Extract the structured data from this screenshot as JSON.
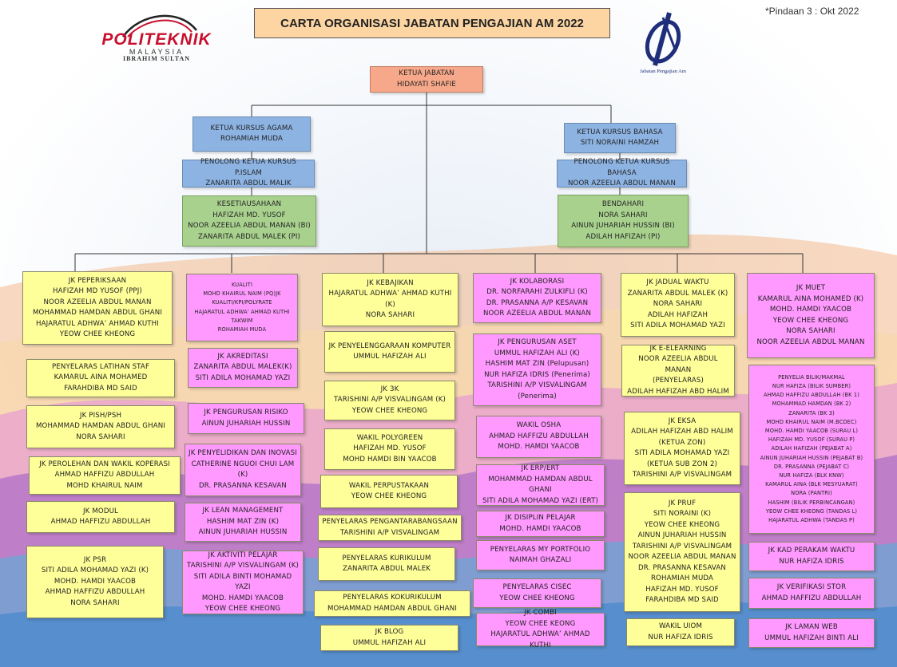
{
  "title": "CARTA ORGANISASI JABATAN PENGAJIAN AM 2022",
  "revision": "*Pindaan 3 : Okt 2022",
  "logo_left": {
    "name": "POLITEKNIK",
    "country": "MALAYSIA",
    "campus": "IBRAHIM SULTAN"
  },
  "logo_right": {
    "caption": "Jabatan Pengajian Am"
  },
  "colors": {
    "yellow": "#ffff99",
    "pink": "#ff99ff",
    "blue": "#8db3e2",
    "green": "#a9d18e",
    "salmon": "#f7a88a",
    "title_bg": "#fcd5a3"
  },
  "boxes": {
    "ketua": {
      "title": "KETUA JABATAN",
      "lines": [
        "HIDAYATI SHAFIE"
      ]
    },
    "kk_agama": {
      "title": "KETUA KURSUS AGAMA",
      "lines": [
        "ROHAMIAH MUDA"
      ]
    },
    "pk_pislam": {
      "title": "PENOLONG KETUA KURSUS P.ISLAM",
      "lines": [
        "ZANARITA ABDUL MALIK"
      ]
    },
    "kesetiausahaan": {
      "title": "KESETIAUSAHAAN",
      "lines": [
        "HAFIZAH MD. YUSOF",
        "NOOR AZEELIA ABDUL MANAN (BI)",
        "ZANARITA ABDUL MALEK (PI)"
      ]
    },
    "kk_bahasa": {
      "title": "KETUA KURSUS BAHASA",
      "lines": [
        "SITI NORAINI HAMZAH"
      ]
    },
    "pk_bahasa": {
      "title": "PENOLONG KETUA KURSUS BAHASA",
      "lines": [
        "NOOR AZEELIA ABDUL MANAN"
      ]
    },
    "bendahari": {
      "title": "BENDAHARI",
      "lines": [
        "NORA SAHARI",
        "AINUN JUHARIAH HUSSIN (BI)",
        "ADILAH HAFIZAH (PI)"
      ]
    },
    "c1_peperiksaan": {
      "title": "JK PEPERIKSAAN",
      "lines": [
        "HAFIZAH MD YUSOF (PPJ)",
        "NOOR AZEELIA ABDUL MANAN",
        "MOHAMMAD HAMDAN ABDUL GHANI",
        "HAJARATUL ADHWA’ AHMAD KUTHI",
        "YEOW CHEE KHEONG"
      ]
    },
    "c1_latihan": {
      "title": "PENYELARAS LATIHAN STAF",
      "lines": [
        "KAMARUL AINA MOHAMED",
        "FARAHDIBA MD SAID"
      ]
    },
    "c1_pish": {
      "title": "JK PISH/PSH",
      "lines": [
        "MOHAMMAD HAMDAN ABDUL GHANI",
        "NORA SAHARI"
      ]
    },
    "c1_perolehan": {
      "title": "JK PEROLEHAN DAN WAKIL KOPERASI",
      "lines": [
        "AHMAD HAFFIZU ABDULLAH",
        "MOHD KHAIRUL NAIM"
      ]
    },
    "c1_modul": {
      "title": "JK MODUL",
      "lines": [
        "AHMAD HAFFIZU ABDULLAH"
      ]
    },
    "c1_psr": {
      "title": "JK PSR",
      "lines": [
        "SITI ADILA MOHAMAD YAZI (K)",
        "MOHD. HAMDI YAACOB",
        "AHMAD HAFFIZU ABDULLAH",
        "NORA SAHARI"
      ]
    },
    "c2_kualiti": {
      "title": "KUALITI",
      "lines": [
        "MOHD KHAIRUL NAIM (PQ)JK",
        "KUALITI/KPI/POLYRATE",
        "HAJARATUL ADHWA’ AHMAD KUTHI",
        "TAKWIM",
        "ROHAMIAH MUDA"
      ]
    },
    "c2_akreditasi": {
      "title": "JK AKREDITASI",
      "lines": [
        "ZANARITA ABDUL MALEK(K)",
        "SITI ADILA MOHAMAD YAZI"
      ]
    },
    "c2_risiko": {
      "title": "JK PENGURUSAN RISIKO",
      "lines": [
        "AINUN JUHARIAH HUSSIN"
      ]
    },
    "c2_penyelidikan": {
      "title": "JK PENYELIDIKAN DAN INOVASI",
      "lines": [
        "CATHERINE NGUOI CHUI LAM (K)",
        "DR. PRASANNA KESAVAN"
      ]
    },
    "c2_lean": {
      "title": "JK LEAN MANAGEMENT",
      "lines": [
        "HASHIM MAT ZIN (K)",
        "AINUN JUHARIAH HUSSIN"
      ]
    },
    "c2_aktiviti": {
      "title": "JK AKTIVITI PELAJAR",
      "lines": [
        "TARISHINI A/P VISVALINGAM (K)",
        "SITI ADILA BINTI MOHAMAD YAZI",
        "MOHD. HAMDI YAACOB",
        "YEOW CHEE KHEONG"
      ]
    },
    "c3_kebajikan": {
      "title": "JK KEBAJIKAN",
      "lines": [
        "HAJARATUL ADHWA’ AHMAD KUTHI",
        "(K)",
        "NORA SAHARI"
      ]
    },
    "c3_komputer": {
      "title": "JK PENYELENGGARAAN KOMPUTER",
      "lines": [
        "UMMUL HAFIZAH ALI"
      ]
    },
    "c3_3k": {
      "title": "JK 3K",
      "lines": [
        "TARISHINI A/P VISVALINGAM (K)",
        "YEOW CHEE KHEONG"
      ]
    },
    "c3_polygreen": {
      "title": "WAKIL POLYGREEN",
      "lines": [
        "HAFIZAH MD. YUSOF",
        "MOHD HAMDI BIN YAACOB"
      ]
    },
    "c3_perpustakaan": {
      "title": "WAKIL PERPUSTAKAAN",
      "lines": [
        "YEOW CHEE KHEONG"
      ]
    },
    "c3_pengantarabangsaan": {
      "title": "PENYELARAS PENGANTARABANGSAAN",
      "lines": [
        "TARISHINI A/P VISVALINGAM"
      ]
    },
    "c3_kurikulum": {
      "title": "PENYELARAS KURIKULUM",
      "lines": [
        "ZANARITA ABDUL MALEK"
      ]
    },
    "c3_kokurikulum": {
      "title": "PENYELARAS KOKURIKULUM",
      "lines": [
        "MOHAMMAD HAMDAN ABDUL GHANI"
      ]
    },
    "c3_blog": {
      "title": "JK BLOG",
      "lines": [
        "UMMUL HAFIZAH ALI"
      ]
    },
    "c4_kolaborasi": {
      "title": "JK KOLABORASI",
      "lines": [
        "DR. NORFARAHI ZULKIFLI (K)",
        "DR. PRASANNA A/P KESAVAN",
        "NOOR AZEELIA ABDUL MANAN"
      ]
    },
    "c4_aset": {
      "title": "JK PENGURUSAN ASET",
      "lines": [
        "UMMUL HAFIZAH ALI (K)",
        "HASHIM MAT ZIN (Pelupusan)",
        "NUR HAFIZA IDRIS (Penerima)",
        "TARISHINI A/P VISVALINGAM",
        "(Penerima)"
      ]
    },
    "c4_osha": {
      "title": "WAKIL OSHA",
      "lines": [
        "AHMAD HAFFIZU ABDULLAH",
        "MOHD. HAMDI YAACOB"
      ]
    },
    "c4_erp": {
      "title": "JK ERP/ERT",
      "lines": [
        "MOHAMMAD HAMDAN ABDUL GHANI",
        "SITI ADILA MOHAMAD YAZI (ERT)"
      ]
    },
    "c4_disiplin": {
      "title": "JK DISIPLIN PELAJAR",
      "lines": [
        "MOHD. HAMDI YAACOB"
      ]
    },
    "c4_portfolio": {
      "title": "PENYELARAS MY PORTFOLIO",
      "lines": [
        "NAIMAH GHAZALI"
      ]
    },
    "c4_cisec": {
      "title": "PENYELARAS CISEC",
      "lines": [
        "YEOW CHEE KHEONG"
      ]
    },
    "c4_combi": {
      "title": "JK COMBI",
      "lines": [
        "YEOW CHEE KEONG",
        "HAJARATUL ADHWA’ AHMAD KUTHI"
      ]
    },
    "c5_jadual": {
      "title": "JK JADUAL WAKTU",
      "lines": [
        "ZANARITA ABDUL MALEK (K)",
        "NORA SAHARI",
        "ADILAH HAFIZAH",
        "SITI ADILA MOHAMAD YAZI"
      ]
    },
    "c5_elearning": {
      "title": "JK E-ELEARNING",
      "lines": [
        "NOOR AZEELIA ABDUL MANAN",
        "(PENYELARAS)",
        "ADILAH HAFIZAH ABD HALIM"
      ]
    },
    "c5_eksa": {
      "title": "JK EKSA",
      "lines": [
        "ADILAH HAFIZAH ABD HALIM",
        "(KETUA ZON)",
        "SITI ADILA MOHAMAD YAZI",
        "(KETUA SUB ZON 2)",
        "TARISHINI A/P VISVALINGAM"
      ]
    },
    "c5_pruf": {
      "title": "JK PRUF",
      "lines": [
        "SITI NORAINI (K)",
        "YEOW CHEE KHEONG",
        "AINUN JUHARIAH HUSSIN",
        "TARISHINI A/P VISVALINGAM",
        "NOOR AZEELIA ABDUL MANAN",
        "DR. PRASANNA KESAVAN",
        "ROHAMIAH MUDA",
        "HAFIZAH MD. YUSOF",
        "FARAHDIBA MD SAID"
      ]
    },
    "c5_uiom": {
      "title": "WAKIL UIOM",
      "lines": [
        "NUR HAFIZA IDRIS"
      ]
    },
    "c6_muet": {
      "title": "JK MUET",
      "lines": [
        "KAMARUL AINA MOHAMED (K)",
        "MOHD. HAMDI YAACOB",
        "YEOW CHEE KHEONG",
        "NORA SAHARI",
        "NOOR AZEELIA ABDUL MANAN"
      ]
    },
    "c6_bilik": {
      "title": "PENYELIA BILIK/MAKMAL",
      "lines": [
        "NUR HAFIZA (BILIK SUMBER)",
        "AHMAD HAFFIZU ABDULLAH (BK 1)",
        "MOHAMMAD HAMDAN (BK 2)",
        "ZANARITA (BK 3)",
        "MOHD KHAIRUL NAIM (M.BCDEC)",
        "MOHD. HAMDI YAACOB (SURAU L)",
        "HAFIZAH MD. YUSOF (SURAU P)",
        "ADILAH HAFIZAH (PEJABAT A)",
        "AINUN JUHARIAH HUSSIN (PEJABAT B)",
        "DR. PRASANNA (PEJABAT C)",
        "NUR HAFIZA (BLK KNW)",
        "KAMARUL AINA (BLK MESYUARAT)",
        "NORA (PANTRI)",
        "HASHIM (BILIK PERBINCANGAN)",
        "YEOW CHEE KHEONG (TANDAS L)",
        "HAJARATUL ADHWA (TANDAS P)"
      ]
    },
    "c6_kad": {
      "title": "JK KAD PERAKAM WAKTU",
      "lines": [
        "NUR HAFIZA IDRIS"
      ]
    },
    "c6_stor": {
      "title": "JK VERIFIKASI STOR",
      "lines": [
        "AHMAD HAFFIZU ABDULLAH"
      ]
    },
    "c6_web": {
      "title": "JK LAMAN WEB",
      "lines": [
        "UMMUL HAFIZAH BINTI ALI"
      ]
    }
  }
}
